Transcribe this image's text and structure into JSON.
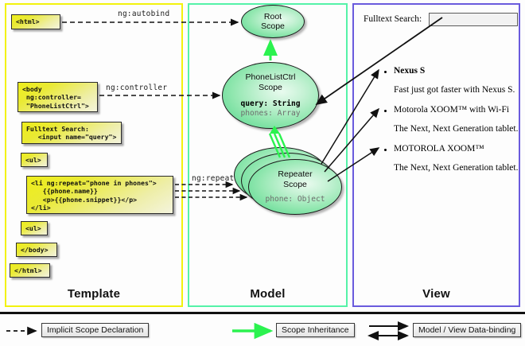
{
  "columns": {
    "template": {
      "label": "Template",
      "border_color": "#f2f20d"
    },
    "model": {
      "label": "Model",
      "border_color": "#55f2a8"
    },
    "view": {
      "label": "View",
      "border_color": "#6a5bdd"
    }
  },
  "template_boxes": [
    {
      "name": "html-open",
      "code": "<html>"
    },
    {
      "name": "body-open",
      "code": "<body\n ng:controller=\n \"PhoneListCtrl\">"
    },
    {
      "name": "search-input",
      "code": "Fulltext Search:\n   <input name=\"query\">"
    },
    {
      "name": "ul-open",
      "code": "<ul>"
    },
    {
      "name": "li-repeat",
      "code": "<li ng:repeat=\"phone in phones\">\n   {{phone.name}}\n   <p>{{phone.snippet}}</p>\n</li>"
    },
    {
      "name": "ul-close",
      "code": "<ul>"
    },
    {
      "name": "body-close",
      "code": "</body>"
    },
    {
      "name": "html-close",
      "code": "</html>"
    }
  ],
  "connector_labels": {
    "autobind": "ng:autobind",
    "controller": "ng:controller",
    "repeat": "ng:repeat"
  },
  "scopes": [
    {
      "name": "root-scope",
      "title_line1": "Root",
      "title_line2": "Scope",
      "members": []
    },
    {
      "name": "phonelistctrl-scope",
      "title_line1": "PhoneListCtrl",
      "title_line2": "Scope",
      "members": [
        {
          "text": "query: String",
          "style": "strong"
        },
        {
          "text": "phones: Array",
          "style": "dim"
        }
      ]
    },
    {
      "name": "repeater-scope",
      "title_line1": "Repeater",
      "title_line2": "Scope",
      "members": [
        {
          "text": "phone: Object",
          "style": "dim"
        }
      ]
    }
  ],
  "view": {
    "search_label": "Fulltext Search:",
    "search_value": "",
    "items": [
      {
        "name": "Nexus S",
        "snippet": "Fast just got faster with Nexus S."
      },
      {
        "name": "Motorola XOOM™  with Wi-Fi",
        "snippet": "The Next, Next Generation tablet."
      },
      {
        "name": "MOTOROLA XOOM™",
        "snippet": "The Next, Next Generation tablet."
      }
    ]
  },
  "legend": [
    {
      "name": "implicit-scope-declaration",
      "label": "Implicit Scope Declaration",
      "arrow": "dashed-black"
    },
    {
      "name": "scope-inheritance",
      "label": "Scope Inheritance",
      "arrow": "solid-green"
    },
    {
      "name": "model-view-data-binding",
      "label": "Model / View Data-binding",
      "arrow": "double-black"
    }
  ],
  "colors": {
    "code_box_yellow": "#eaea33",
    "scope_green": "#6edd9b",
    "inheritance_green": "#2bf24f",
    "template_border": "#f2f20d",
    "model_border": "#55f2a8",
    "view_border": "#6a5bdd"
  }
}
